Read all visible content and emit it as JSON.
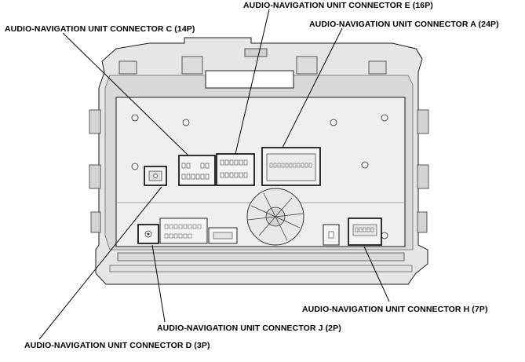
{
  "callouts": {
    "connector_e": "AUDIO-NAVIGATION UNIT CONNECTOR E (16P)",
    "connector_c": "AUDIO-NAVIGATION UNIT CONNECTOR C (14P)",
    "connector_a": "AUDIO-NAVIGATION UNIT CONNECTOR A (24P)",
    "connector_h": "AUDIO-NAVIGATION UNIT CONNECTOR H (7P)",
    "connector_j": "AUDIO-NAVIGATION UNIT CONNECTOR J (2P)",
    "connector_d": "AUDIO-NAVIGATION UNIT CONNECTOR D (3P)"
  },
  "colors": {
    "housing": "#e6e6e6",
    "housing_shadow": "#c9c9c9",
    "panel": "#efefef",
    "outline": "#1a1a1a",
    "leader": "#000000"
  }
}
